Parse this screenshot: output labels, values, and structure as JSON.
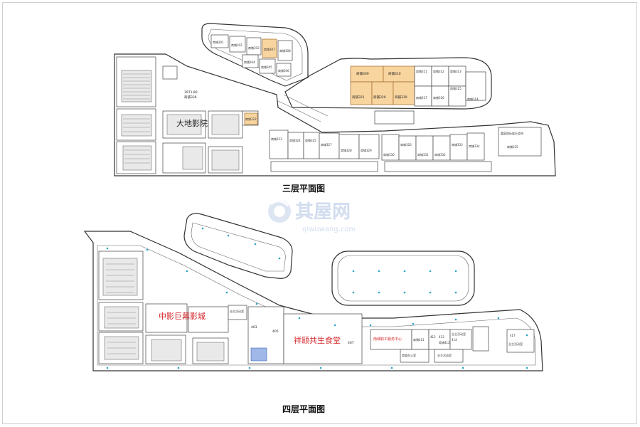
{
  "floor3": {
    "caption": "三层平面图",
    "cinema_label": "大地影院",
    "area_label": "3971.80",
    "area_shop": "商铺336",
    "club_label": "嘉庭国际娱乐会所",
    "club_shop": "商铺335",
    "highlight_shops": [
      "商铺309",
      "商铺310",
      "商铺321",
      "商铺320",
      "商铺319"
    ],
    "shops": [
      "商铺311",
      "商铺312",
      "商铺317",
      "商铺316",
      "商铺315",
      "商铺314",
      "商铺313",
      "商铺327",
      "商铺328",
      "商铺329",
      "商铺330",
      "商铺331",
      "商铺332",
      "商铺333",
      "商铺334",
      "商铺322",
      "商铺323",
      "商铺324",
      "商铺325",
      "商铺326",
      "商铺301",
      "商铺302",
      "商铺303",
      "商铺304",
      "商铺305",
      "商铺306",
      "商铺307",
      "商铺308"
    ]
  },
  "floor4": {
    "caption": "四层平面图",
    "cinema_label": "中影巨幕影城",
    "canteen_label": "祥颐共生食堂",
    "office_label": "商管办公室",
    "rooms": [
      "403",
      "405",
      "407",
      "412",
      "413",
      "414",
      "417"
    ],
    "activity_rooms": [
      "业主活动室",
      "业主活动室",
      "业主活动室",
      "业主活动室"
    ],
    "red_sub": "南城职工服务中心",
    "shops": [
      "商铺411",
      "商铺412"
    ]
  },
  "watermark": {
    "brand": "其屋网",
    "url": "qiwuwang.com"
  }
}
